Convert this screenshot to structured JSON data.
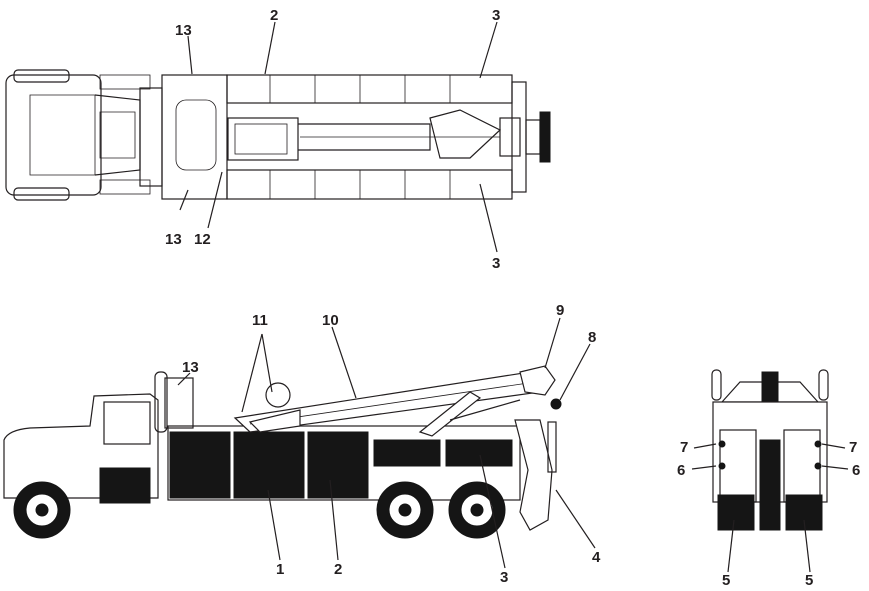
{
  "callouts": {
    "top_view": {
      "c13_top": "13",
      "c2_top": "2",
      "c3_top": "3",
      "c13_bottom": "13",
      "c12": "12",
      "c3_bottom": "3"
    },
    "side_view": {
      "c11": "11",
      "c10": "10",
      "c9": "9",
      "c8": "8",
      "c13": "13",
      "c1": "1",
      "c2": "2",
      "c3": "3",
      "c4": "4"
    },
    "rear_view": {
      "c7_left": "7",
      "c7_right": "7",
      "c6_left": "6",
      "c6_right": "6",
      "c5_left": "5",
      "c5_right": "5"
    }
  }
}
